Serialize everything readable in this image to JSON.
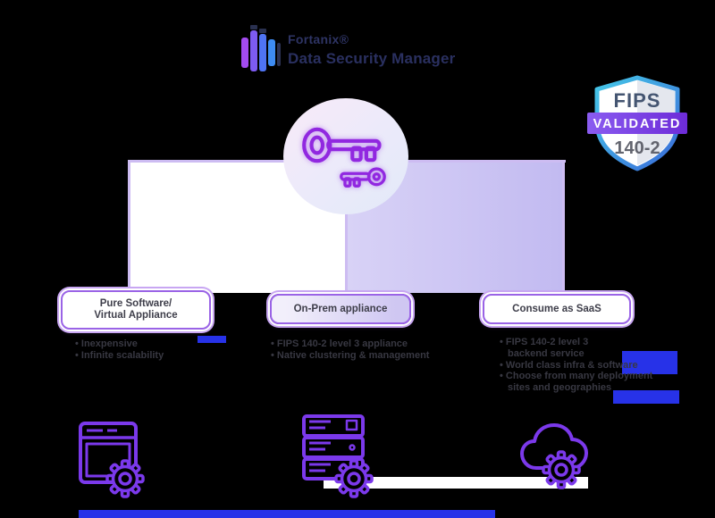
{
  "brand": {
    "name": "Fortanix®",
    "product": "Data Security Manager"
  },
  "fips_badge": {
    "top": "FIPS",
    "ribbon": "VALIDATED",
    "bottom": "140-2"
  },
  "deployment_options": [
    {
      "label": "Pure Software/\nVirtual Appliance",
      "bullets": [
        "• Inexpensive",
        "• Infinite scalability"
      ]
    },
    {
      "label": "On-Prem appliance",
      "bullets": [
        "• FIPS 140-2 level 3 appliance",
        "• Native clustering & management"
      ]
    },
    {
      "label": "Consume as SaaS",
      "bullets": [
        "• FIPS 140-2 level 3",
        "backend service",
        "• World class infra & software",
        "• Choose from many deployment",
        "sites and geographies"
      ]
    }
  ],
  "icons": {
    "logo": "fortanix-bars-logo-icon",
    "center": "double-key-icon",
    "badge": "fips-shield-badge",
    "option_icons": [
      "browser-gear-icon",
      "server-gear-icon",
      "cloud-gear-icon"
    ]
  },
  "colors": {
    "accent_purple": "#7b39eb",
    "line_purple": "#cdbcf2",
    "lavender_panel": "#c2baf1",
    "navy": "#2a3060",
    "ribbon_purple": "#7c3aed",
    "artifact_blue": "#2732e8"
  }
}
